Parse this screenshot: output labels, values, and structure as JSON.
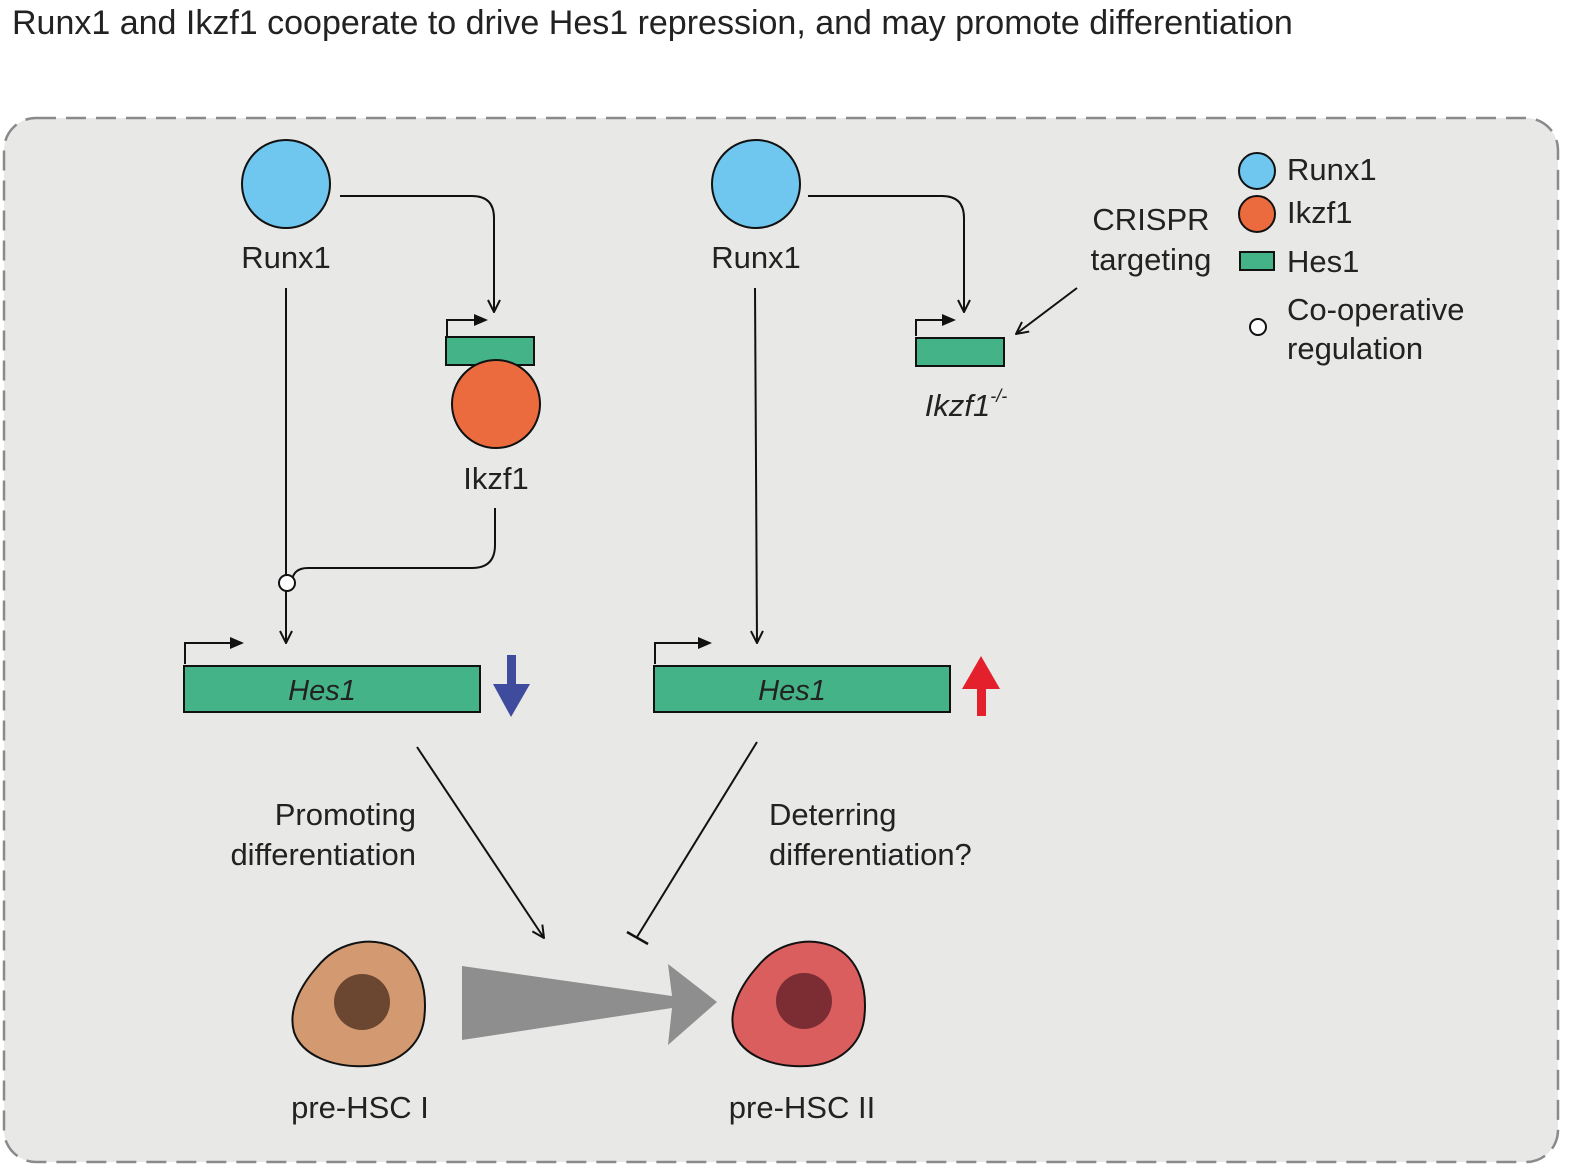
{
  "title": "Runx1 and Ikzf1 cooperate to drive Hes1 repression, and may promote differentiation",
  "colors": {
    "panel_bg": "#e8e8e7",
    "panel_border": "#8a8a8a",
    "runx1": "#6fc6ee",
    "ikzf1": "#ec6b3e",
    "hes1": "#45b388",
    "down_arrow": "#3f4b9c",
    "up_arrow": "#e3202b",
    "transition": "#8d8e8d",
    "pre_hsc_i_outer": "#d39a72",
    "pre_hsc_i_inner": "#6b4630",
    "pre_hsc_ii_outer": "#db5e5f",
    "pre_hsc_ii_inner": "#7c2c33"
  },
  "left_panel": {
    "runx1_label": "Runx1",
    "ikzf1_label": "Ikzf1",
    "hes1_gene": "Hes1",
    "hes1_change": "down",
    "effect_label_line1": "Promoting",
    "effect_label_line2": "differentiation"
  },
  "right_panel": {
    "runx1_label": "Runx1",
    "ikzf1_gene": "Ikzf1",
    "ikzf1_genotype": "-/-",
    "crispr_line1": "CRISPR",
    "crispr_line2": "targeting",
    "hes1_gene": "Hes1",
    "hes1_change": "up",
    "effect_label_line1": "Deterring",
    "effect_label_line2": "differentiation?"
  },
  "legend": {
    "runx1": "Runx1",
    "ikzf1": "Ikzf1",
    "hes1": "Hes1",
    "cooperative_line1": "Co-operative",
    "cooperative_line2": "regulation"
  },
  "cells": {
    "pre_hsc_i": "pre-HSC I",
    "pre_hsc_ii": "pre-HSC II"
  }
}
